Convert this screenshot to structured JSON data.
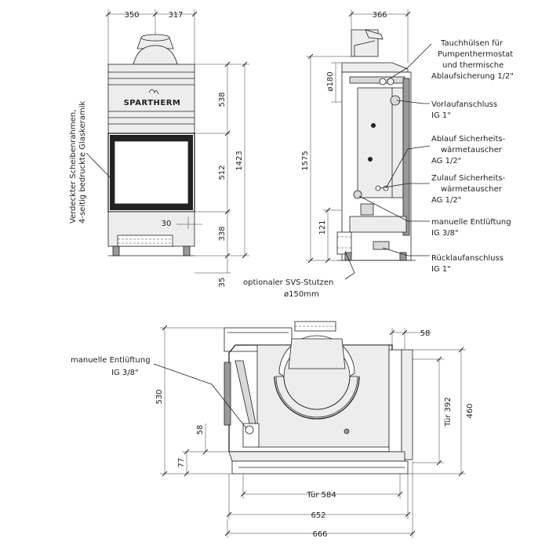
{
  "front_view": {
    "brand_label": "SPARTHERM",
    "dim_left_width": "350",
    "dim_right_width": "317",
    "dim_upper_height": "538",
    "dim_glass_height": "512",
    "dim_lower_height": "338",
    "dim_total_height": "1423",
    "dim_offset": "30",
    "dim_stub": "35",
    "glass_note_line1": "Verdeckter Scheibenrahmen,",
    "glass_note_line2": "4-seitig bedruckte Glaskeramik"
  },
  "side_view": {
    "dim_top_width": "366",
    "dim_flue_diameter": "ø180",
    "dim_total_height": "1575",
    "dim_lower": "121",
    "stub_note_line1": "optionaler SVS-Stutzen",
    "stub_note_line2": "ø150mm",
    "callouts": [
      {
        "line1": "Tauchhülsen für",
        "line2": "Pumpenthermostat",
        "line3": "und thermische",
        "line4": "Ablaufsicherung 1/2\""
      },
      {
        "line1": "Vorlaufanschluss",
        "line2": "IG 1\""
      },
      {
        "line1": "Ablauf Sicherheits-",
        "line2": "wärmetauscher",
        "line3": "AG 1/2\""
      },
      {
        "line1": "Zulauf Sicherheits-",
        "line2": "wärmetauscher",
        "line3": "AG 1/2\""
      },
      {
        "line1": "manuelle Entlüftung",
        "line2": "IG 3/8\""
      },
      {
        "line1": "Rücklaufanschluss",
        "line2": "IG 1\""
      }
    ]
  },
  "plan_view": {
    "vent_note_line1": "manuelle Entlüftung",
    "vent_note_line2": "IG 3/8\"",
    "dim_right_offset": "58",
    "dim_left_depth": "530",
    "dim_left_small": "58",
    "dim_left_bottom": "77",
    "dim_door_depth": "Tür 392",
    "dim_right_depth": "460",
    "dim_door_width": "Tür 584",
    "dim_width_652": "652",
    "dim_width_666": "666"
  }
}
